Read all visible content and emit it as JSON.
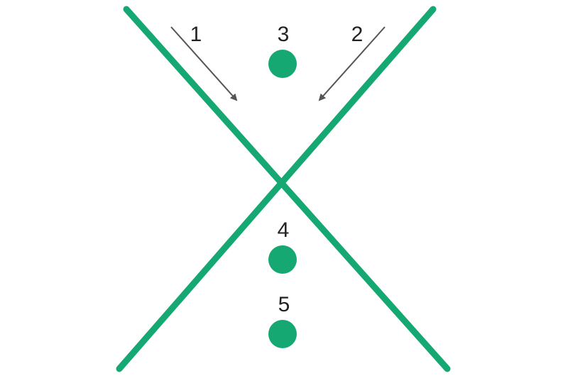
{
  "colors": {
    "line": "#16a872",
    "dot": "#16a872",
    "arrow": "#555555",
    "text": "#222222",
    "background": "#ffffff"
  },
  "labels": {
    "arrow_1": "1",
    "arrow_2": "2",
    "dot_3": "3",
    "dot_4": "4",
    "dot_5": "5"
  }
}
